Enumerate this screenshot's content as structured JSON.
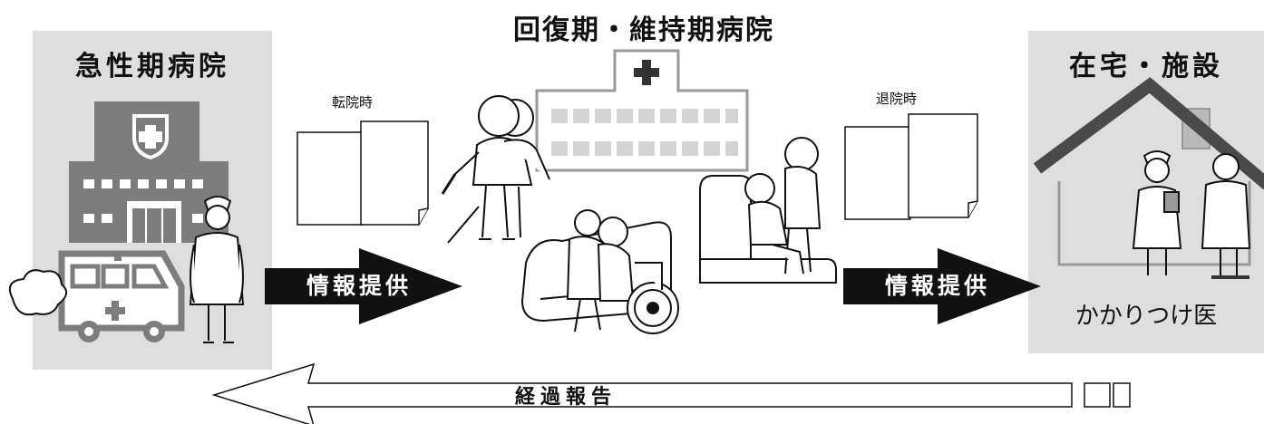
{
  "left_panel": {
    "title": "急性期病院"
  },
  "center": {
    "title": "回復期・維持期病院"
  },
  "right_panel": {
    "title": "在宅・施設",
    "caption": "かかりつけ医"
  },
  "doc_left": {
    "label": "転院時"
  },
  "doc_right": {
    "label": "退院時"
  },
  "arrow_left": {
    "label": "情報提供"
  },
  "arrow_right": {
    "label": "情報提供"
  },
  "bottom_arrow": {
    "label": "経過報告"
  },
  "colors": {
    "panel": "#dedede",
    "building": "#7d7d7d",
    "dark": "#111111"
  }
}
